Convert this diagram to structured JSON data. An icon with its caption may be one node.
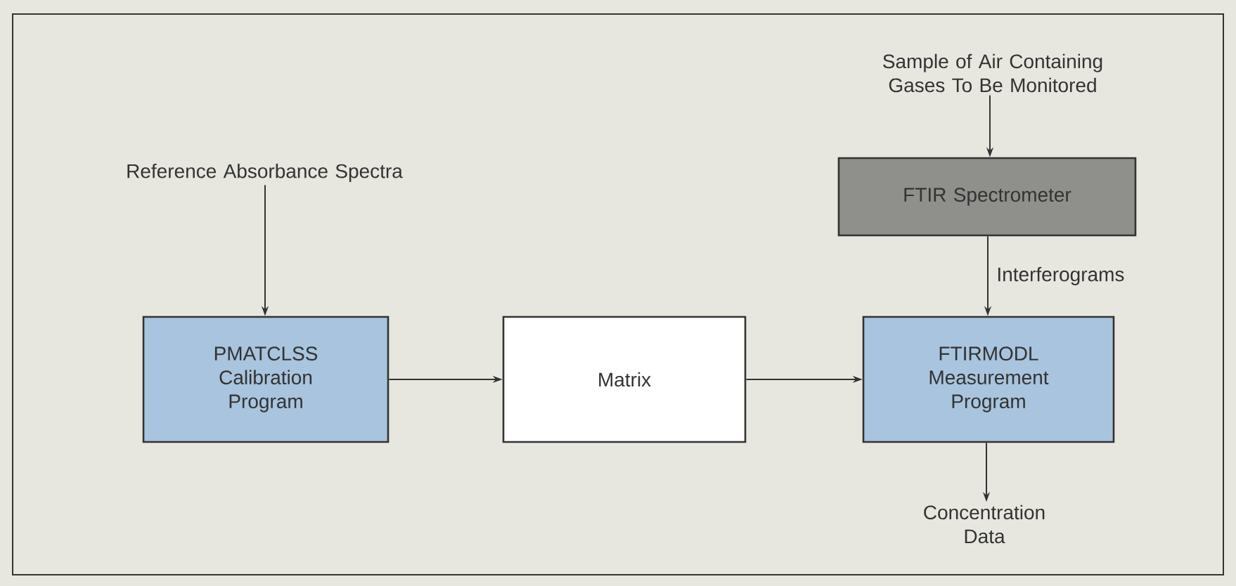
{
  "diagram": {
    "nodes": [
      {
        "text": [
          "Sample of Air Containing Gases To Be Monitored"
        ]
      },
      {
        "text": [
          "Reference Absorbance Spectra"
        ]
      },
      {
        "text": [
          "FTIR Spectrometer"
        ]
      },
      {
        "text": [
          "PMATCLSS Calibration Program"
        ]
      },
      {
        "text": [
          "Matrix"
        ]
      },
      {
        "text": [
          "FTIRMODL Measurement Program"
        ]
      },
      {
        "text": [
          "Concentration Data"
        ]
      }
    ],
    "edges": [
      {
        "from": 0,
        "to": 2,
        "arrow": "to"
      },
      {
        "from": 1,
        "to": 3,
        "arrow": "to"
      },
      {
        "from": 2,
        "to": 5,
        "arrow": "to",
        "label": "Interferograms"
      },
      {
        "from": 3,
        "to": 4,
        "arrow": "to"
      },
      {
        "from": 4,
        "to": 5,
        "arrow": "to"
      },
      {
        "from": 5,
        "to": 6,
        "arrow": "to"
      }
    ]
  }
}
